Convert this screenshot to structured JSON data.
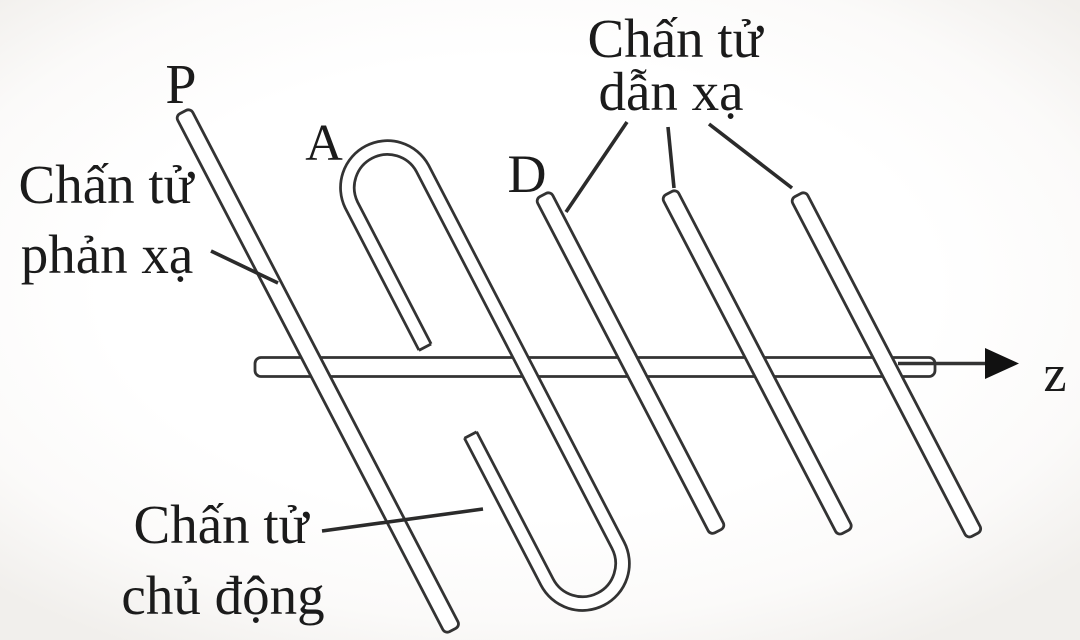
{
  "labels": {
    "directors_label": {
      "line1": "Chấn tử",
      "line2": "dẫn xạ"
    },
    "reflector_label": {
      "line1": "Chấn tử",
      "line2": "phản xạ"
    },
    "driven_label": {
      "line1": "Chấn tử",
      "line2": "chủ động"
    },
    "point_p": "P",
    "point_a": "A",
    "point_d": "D",
    "axis_z": "z"
  },
  "colors": {
    "line": "#333333",
    "pointer": "#2b2b2b",
    "text": "#1b1b1b",
    "arrow": "#111111",
    "background": "#ffffff"
  }
}
